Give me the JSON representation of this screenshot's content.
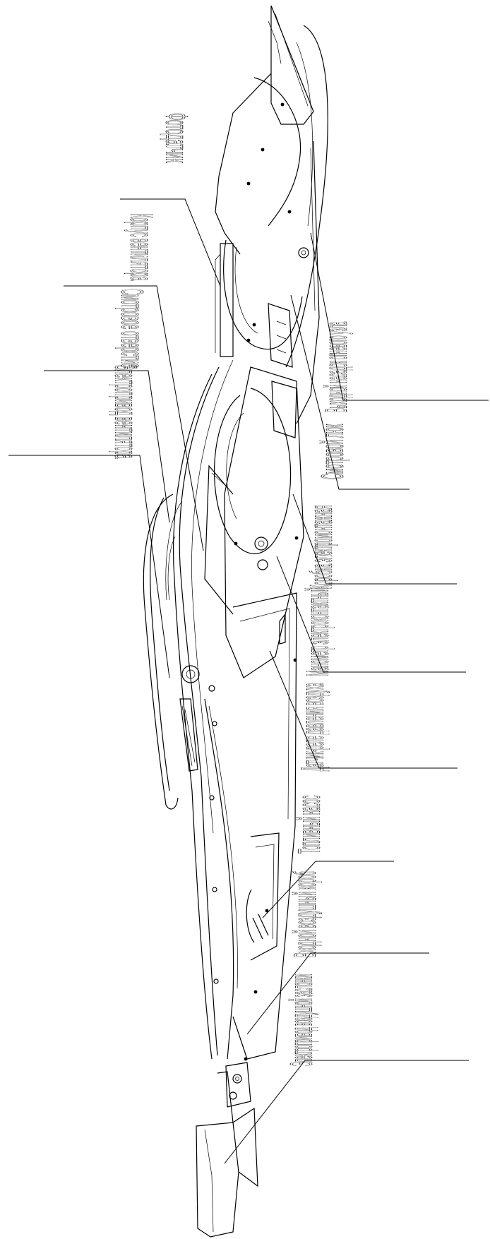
{
  "diagram": {
    "labels": {
      "photosensor": "Фотодатчик",
      "fan_housing": "Корпус вентилятора",
      "sight_hole": "Смотровое отверстие",
      "fan_drive": "Электропривод вентилятора",
      "burner_nozzle": "Выходной насадок огневого узла",
      "inspection_hatch": "Смотровой люк",
      "junction_box": "Коробка электромонтажная",
      "manometer": "Манометр электроконтактный",
      "pressure_switch": "Датчик-реле давления воздуха",
      "fuel_pump": "Топливный насос",
      "air_duct": "Входной воздушный короб",
      "damper_drive": "Электропривод воздушной заслонки"
    },
    "colors": {
      "line": "#000000",
      "background": "#ffffff"
    }
  }
}
